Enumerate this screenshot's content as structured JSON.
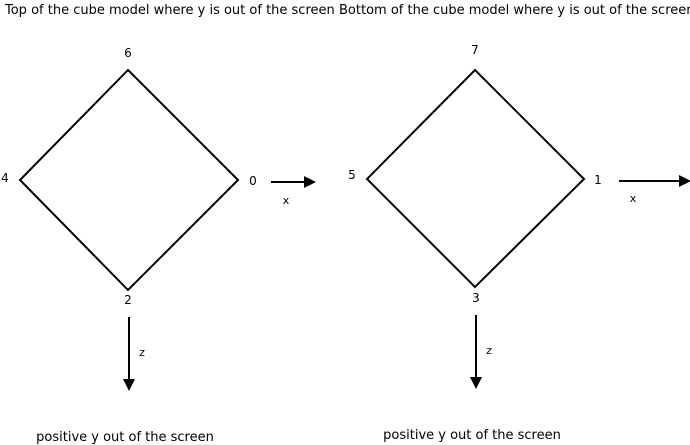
{
  "colors": {
    "ink": "#000000",
    "background": "#ffffff"
  },
  "panels": [
    {
      "title": "Top of the cube model where y is out of the screen",
      "vertices": {
        "top": "6",
        "left": "4",
        "right": "0",
        "bottom": "2"
      },
      "axis_x_label": "x",
      "axis_z_label": "z",
      "caption": "positive y out of the screen"
    },
    {
      "title": "Bottom of the cube model where y is out of the screen",
      "vertices": {
        "top": "7",
        "left": "5",
        "right": "1",
        "bottom": "3"
      },
      "axis_x_label": "x",
      "axis_z_label": "z",
      "caption": "positive y out of the screen"
    }
  ]
}
